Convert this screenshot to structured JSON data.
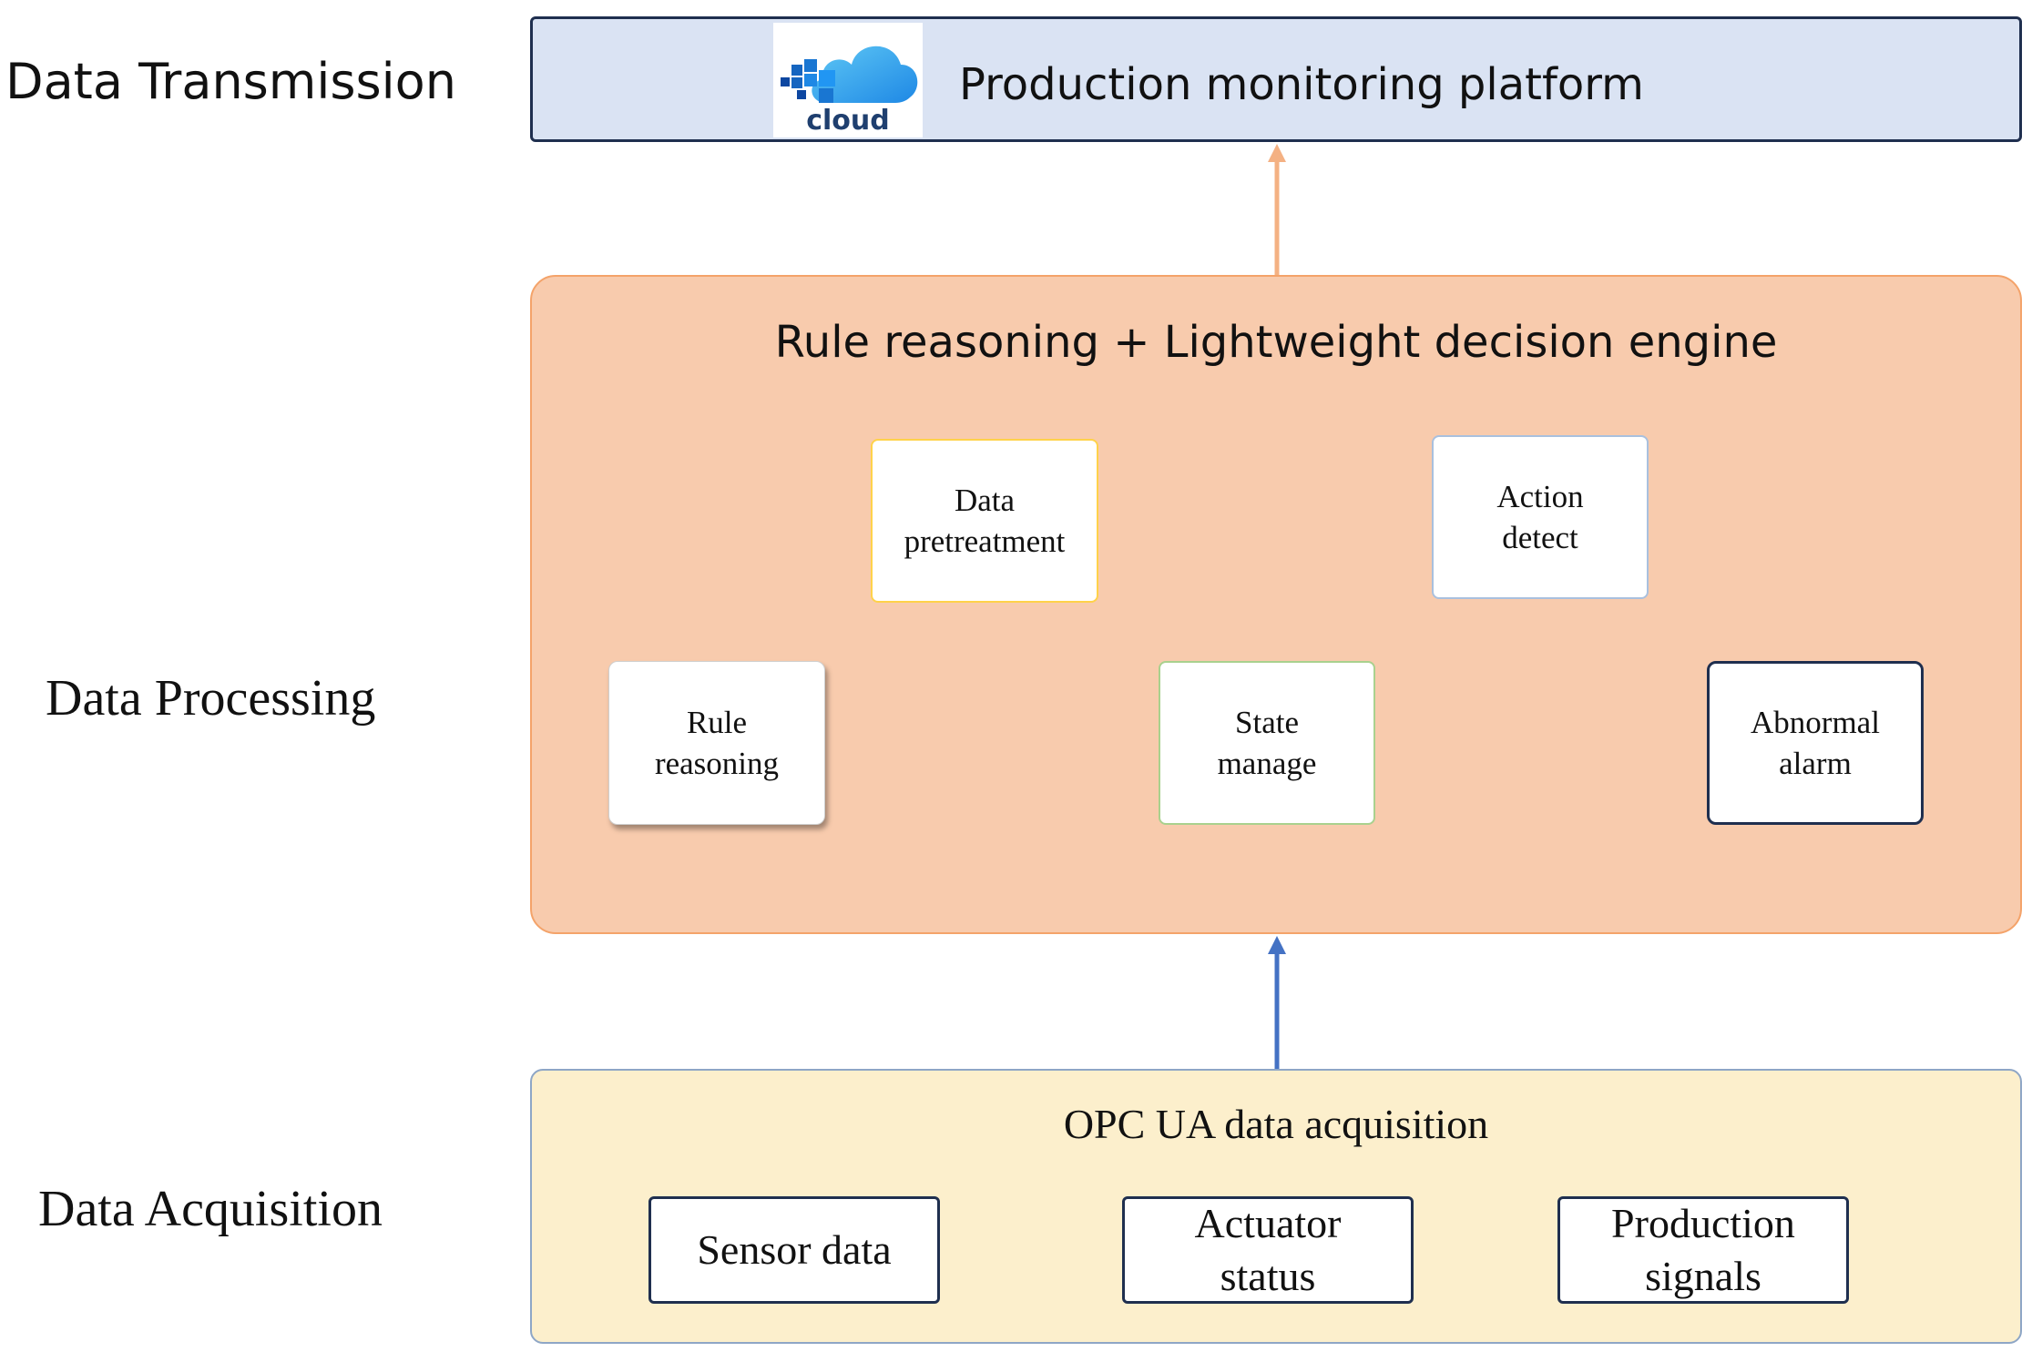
{
  "layers": {
    "transmission": "Data Transmission",
    "processing": "Data Processing",
    "acquisition": "Data Acquisition"
  },
  "transmission": {
    "logo_text": "cloud",
    "title": "Production monitoring platform"
  },
  "processing": {
    "title": "Rule reasoning  +  Lightweight decision engine",
    "nodes": {
      "pretreatment": "Data\npretreatment",
      "action": "Action\ndetect",
      "rule": "Rule\nreasoning",
      "state": "State\nmanage",
      "alarm": "Abnormal\nalarm"
    }
  },
  "acquisition": {
    "title": "OPC UA data acquisition",
    "items": [
      "Sensor data",
      "Actuator\nstatus",
      "Production\nsignals"
    ]
  },
  "colors": {
    "transmission_fill": "#dae3f3",
    "processing_fill": "#f8cbad",
    "acquisition_fill": "#fcefcc",
    "arrow_up_top": "#f4b183",
    "arrow_up_bottom": "#4472c4"
  },
  "icons": [
    "cloud-icon",
    "arrow-up-icon"
  ]
}
